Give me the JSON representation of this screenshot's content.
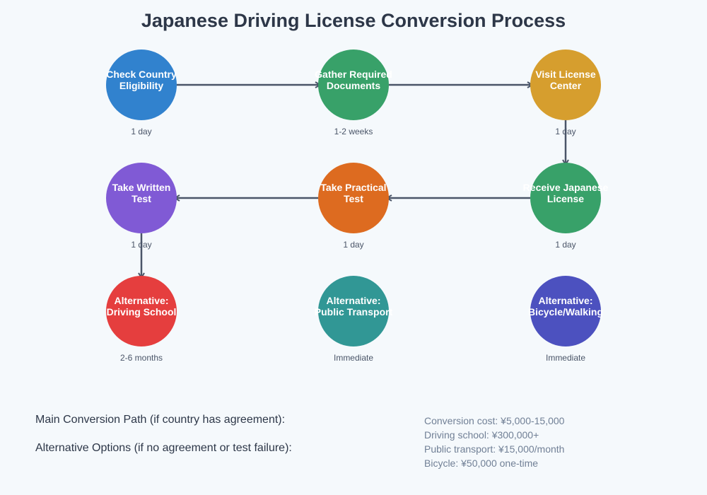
{
  "title": "Japanese Driving License Conversion Process",
  "colors": {
    "arrow": "#4a5568",
    "blue": "#3182ce",
    "green": "#38a169",
    "gold": "#d69e2e",
    "purple": "#805ad5",
    "orange": "#dd6b20",
    "red": "#e53e3e",
    "teal": "#319795",
    "indigo": "#4c51bf"
  },
  "steps": [
    {
      "id": "check",
      "line1": "Check Country",
      "line2": "Eligibility",
      "duration": "1 day",
      "color": "#3182ce"
    },
    {
      "id": "gather",
      "line1": "Gather Required",
      "line2": "Documents",
      "duration": "1-2 weeks",
      "color": "#38a169"
    },
    {
      "id": "visit",
      "line1": "Visit License",
      "line2": "Center",
      "duration": "1 day",
      "color": "#d69e2e"
    },
    {
      "id": "written",
      "line1": "Take Written",
      "line2": "Test",
      "duration": "1 day",
      "color": "#805ad5"
    },
    {
      "id": "practical",
      "line1": "Take Practical",
      "line2": "Test",
      "duration": "1 day",
      "color": "#dd6b20"
    },
    {
      "id": "receive",
      "line1": "Receive Japanese",
      "line2": "License",
      "duration": "1 day",
      "color": "#38a169"
    },
    {
      "id": "school",
      "line1": "Alternative:",
      "line2": "Driving School",
      "duration": "2-6 months",
      "color": "#e53e3e"
    },
    {
      "id": "transport",
      "line1": "Alternative:",
      "line2": "Public Transport",
      "duration": "Immediate",
      "color": "#319795"
    },
    {
      "id": "bicycle",
      "line1": "Alternative:",
      "line2": "Bicycle/Walking",
      "duration": "Immediate",
      "color": "#4c51bf"
    }
  ],
  "edges": [
    {
      "from": "check",
      "to": "gather"
    },
    {
      "from": "gather",
      "to": "visit"
    },
    {
      "from": "visit",
      "to": "receive"
    },
    {
      "from": "receive",
      "to": "practical"
    },
    {
      "from": "practical",
      "to": "written"
    },
    {
      "from": "written",
      "to": "school"
    }
  ],
  "legend": {
    "main": "Main Conversion Path (if country has agreement):",
    "alternative": "Alternative Options (if no agreement or test failure):"
  },
  "costs": [
    "Conversion cost: ¥5,000-15,000",
    "Driving school: ¥300,000+",
    "Public transport: ¥15,000/month",
    "Bicycle: ¥50,000 one-time"
  ]
}
